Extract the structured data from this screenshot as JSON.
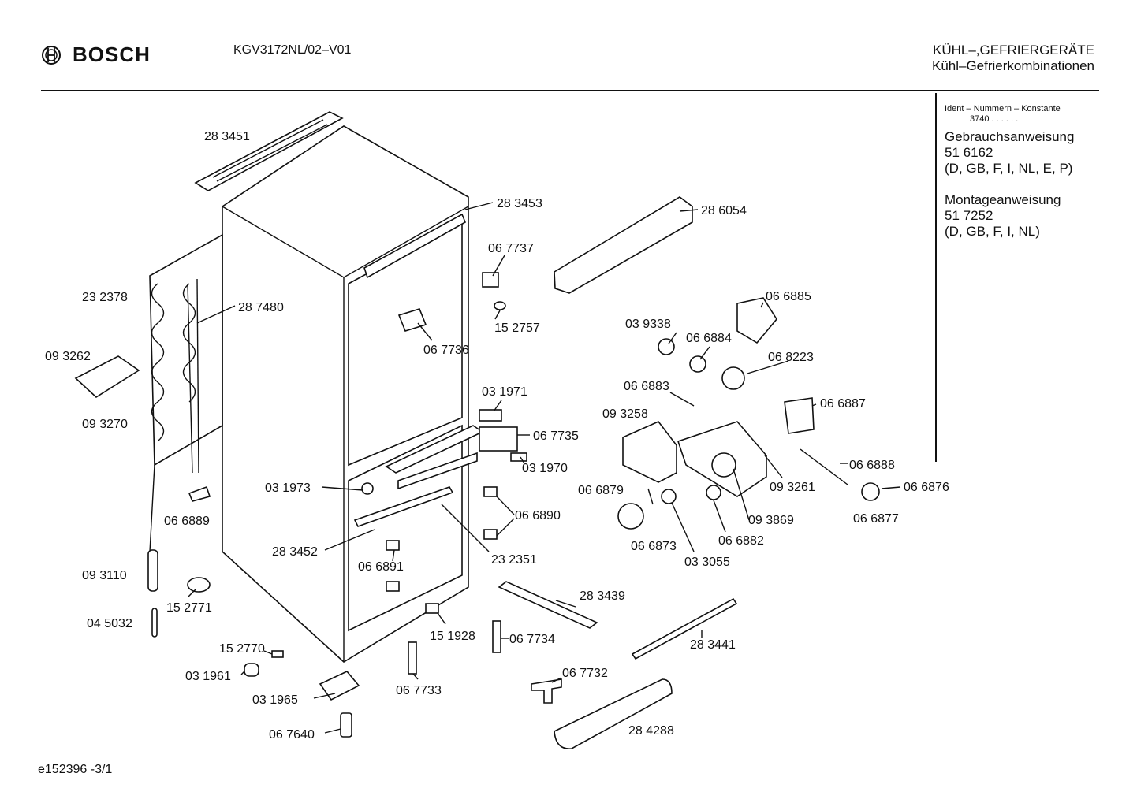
{
  "header": {
    "brand": "BOSCH",
    "model": "KGV3172NL/02–V01",
    "category_line1": "KÜHL–,GEFRIERGERÄTE",
    "category_line2": "Kühl–Gefrierkombinationen"
  },
  "side_panel": {
    "ident_label": "Ident – Nummern – Konstante",
    "ident_value": "3740 . . . . . .",
    "manual_title": "Gebrauchsanweisung",
    "manual_number": "51 6162",
    "manual_languages": "(D, GB, F, I, NL, E, P)",
    "install_title": "Montageanweisung",
    "install_number": "51 7252",
    "install_languages": "(D, GB, F, I, NL)"
  },
  "footer": {
    "drawing_id": "e152396   -3/1"
  },
  "parts": [
    "28 3451",
    "28 3453",
    "28 6054",
    "06 7737",
    "23 2378",
    "28 7480",
    "15 2757",
    "06 6885",
    "09 3262",
    "06 7736",
    "03 9338",
    "06 6884",
    "06 8223",
    "09 3270",
    "03 1971",
    "06 6883",
    "06 6887",
    "09 3258",
    "06 7735",
    "03 1970",
    "06 6888",
    "03 1973",
    "06 6879",
    "09 3261",
    "06 6876",
    "06 6889",
    "06 6890",
    "09 3869",
    "06 6877",
    "28 3452",
    "06 6873",
    "06 6882",
    "06 6891",
    "23 2351",
    "03 3055",
    "09 3110",
    "28 3439",
    "15 2771",
    "04 5032",
    "15 1928",
    "06 7734",
    "28 3441",
    "15 2770",
    "03 1961",
    "06 7732",
    "03 1965",
    "06 7733",
    "28 4288",
    "06 7640"
  ]
}
